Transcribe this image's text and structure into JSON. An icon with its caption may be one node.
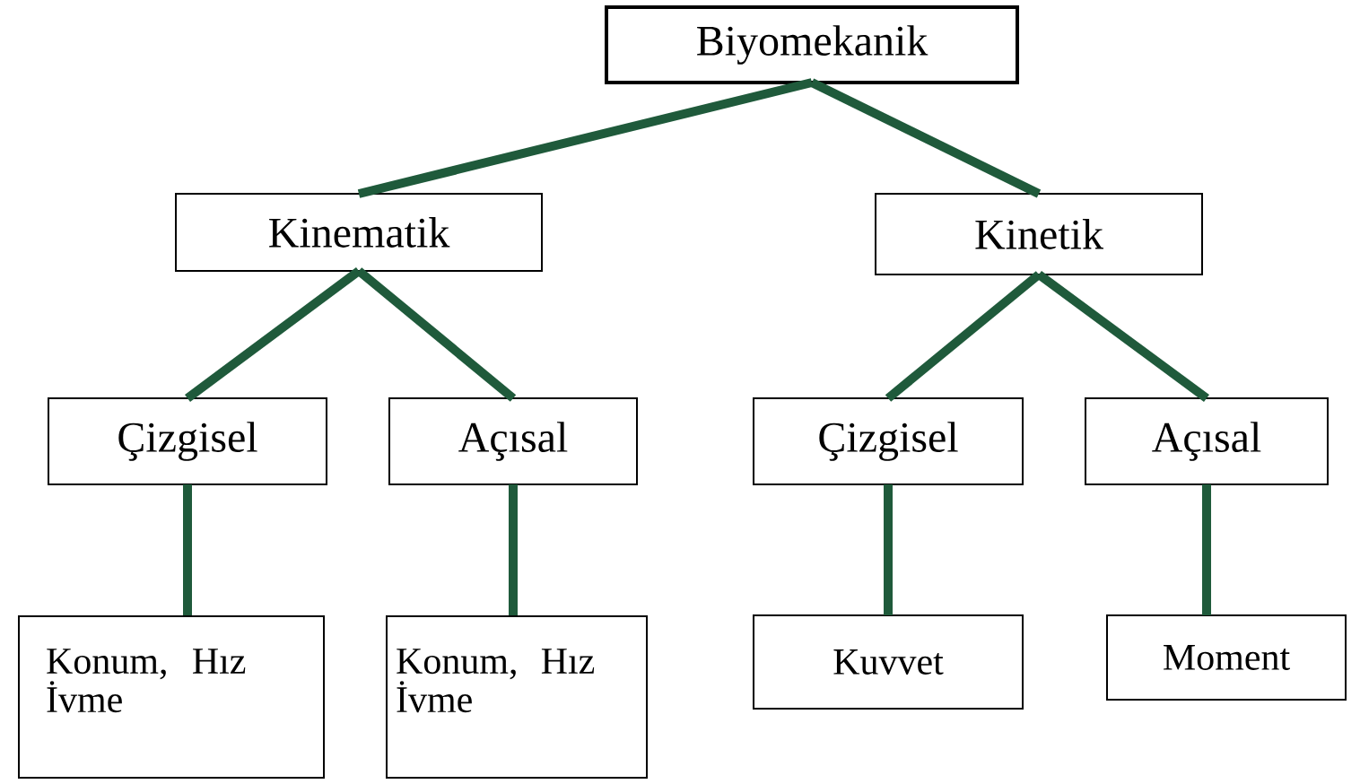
{
  "diagram": {
    "nodes": [
      {
        "text": [
          "Biyomekanik"
        ]
      },
      {
        "text": [
          "Kinematik"
        ]
      },
      {
        "text": [
          "Kinetik"
        ]
      },
      {
        "text": [
          "Çizgisel"
        ]
      },
      {
        "text": [
          "Açısal"
        ]
      },
      {
        "text": [
          "Çizgisel"
        ]
      },
      {
        "text": [
          "Açısal"
        ]
      },
      {
        "text": [
          "Konum, Hız İvme"
        ]
      },
      {
        "text": [
          "Konum, Hız İvme"
        ]
      },
      {
        "text": [
          "Kuvvet"
        ]
      },
      {
        "text": [
          "Moment"
        ]
      }
    ],
    "edges": [
      {
        "from": 0,
        "to": 1,
        "arrow": "none"
      },
      {
        "from": 0,
        "to": 2,
        "arrow": "none"
      },
      {
        "from": 1,
        "to": 3,
        "arrow": "none"
      },
      {
        "from": 1,
        "to": 4,
        "arrow": "none"
      },
      {
        "from": 2,
        "to": 5,
        "arrow": "none"
      },
      {
        "from": 2,
        "to": 6,
        "arrow": "none"
      },
      {
        "from": 3,
        "to": 7,
        "arrow": "none"
      },
      {
        "from": 4,
        "to": 8,
        "arrow": "none"
      },
      {
        "from": 5,
        "to": 9,
        "arrow": "none"
      },
      {
        "from": 6,
        "to": 10,
        "arrow": "none"
      }
    ]
  }
}
